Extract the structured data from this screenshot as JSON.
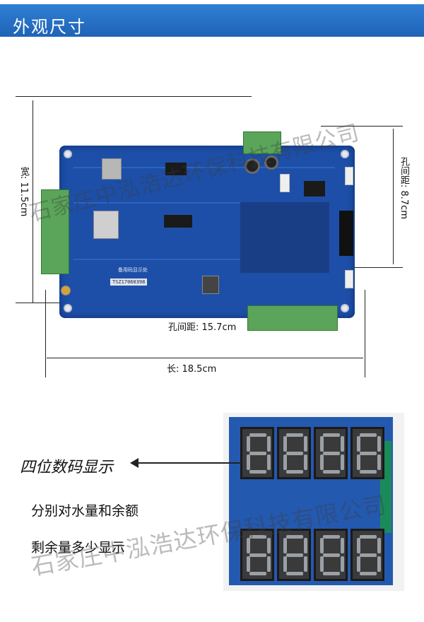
{
  "header": {
    "title": "外观尺寸"
  },
  "dimensions": {
    "width_label": "宽: 11.5cm",
    "hole_spacing_vertical": "孔间距: 8.7cm",
    "hole_spacing_horizontal": "孔间距: 15.7cm",
    "length_label": "长: 18.5cm"
  },
  "board": {
    "label_small": "备用码显示处",
    "label_serial": "TSZ17060398"
  },
  "watermark": {
    "text": "石家庄中泓浩达环保科技有限公司"
  },
  "features": {
    "digit_display_title": "四位数码显示",
    "line1": "分别对水量和余额",
    "line2": "剩余量多少显示"
  },
  "colors": {
    "header_blue": "#2f7fd4",
    "pcb_blue": "#1d4fa8",
    "terminal_green": "#5aa55a"
  }
}
